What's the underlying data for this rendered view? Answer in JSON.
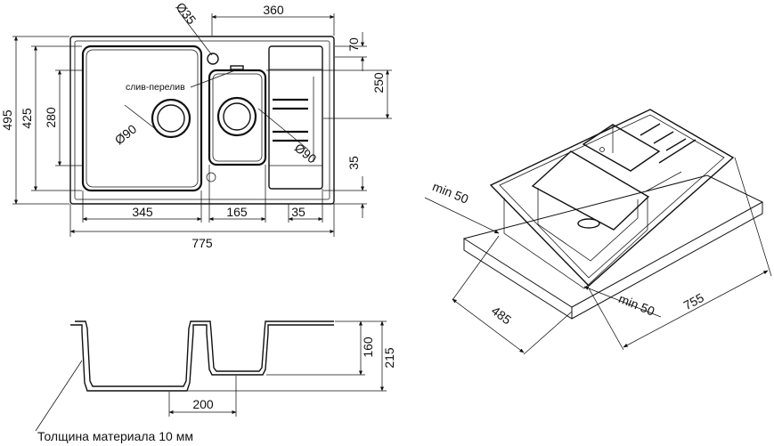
{
  "top_view": {
    "dims": {
      "width_total": "775",
      "width_main_bowl": "345",
      "width_small_bowl": "165",
      "width_side": "35",
      "width_drainboard": "360",
      "height_total": "495",
      "height_inner": "425",
      "height_main_bowl": "280",
      "height_small_bowl": "250",
      "offset_top": "70",
      "offset_bottom": "35",
      "drain_diameter_main": "Ø90",
      "drain_diameter_small": "Ø90",
      "tap_hole_diameter": "Ø35"
    },
    "overflow_label": "слив-перелив"
  },
  "iso_view": {
    "dims": {
      "min_left": "min 50",
      "min_right": "min 50",
      "depth": "485",
      "length": "755"
    }
  },
  "section_view": {
    "dims": {
      "depth_small": "160",
      "depth_total": "215",
      "width_small": "200"
    },
    "material_note": "Толщина материала 10 мм"
  }
}
